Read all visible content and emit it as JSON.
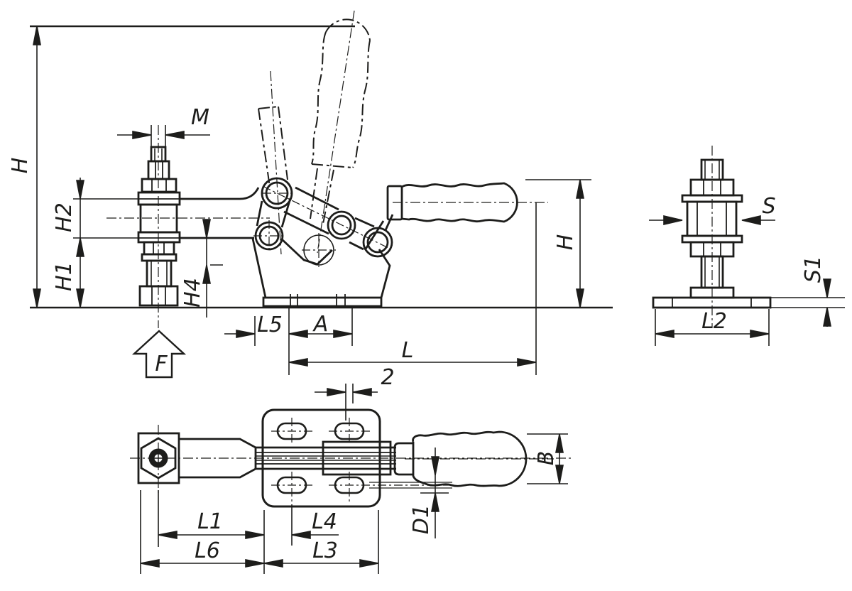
{
  "drawing": {
    "kind": "technical-drawing-toggle-clamp",
    "colors": {
      "line": "#1d1d1b",
      "background": "#ffffff"
    },
    "labels": {
      "h_left": "H",
      "m": "M",
      "h2": "H2",
      "h1": "H1",
      "h4": "H4",
      "f": "F",
      "l5": "L5",
      "a": "A",
      "l": "L",
      "h_right": "H",
      "two": "2",
      "l1": "L1",
      "l4": "L4",
      "l6": "L6",
      "l3": "L3",
      "d1": "D1",
      "b": "B",
      "s": "S",
      "s1": "S1",
      "l2": "L2"
    }
  }
}
